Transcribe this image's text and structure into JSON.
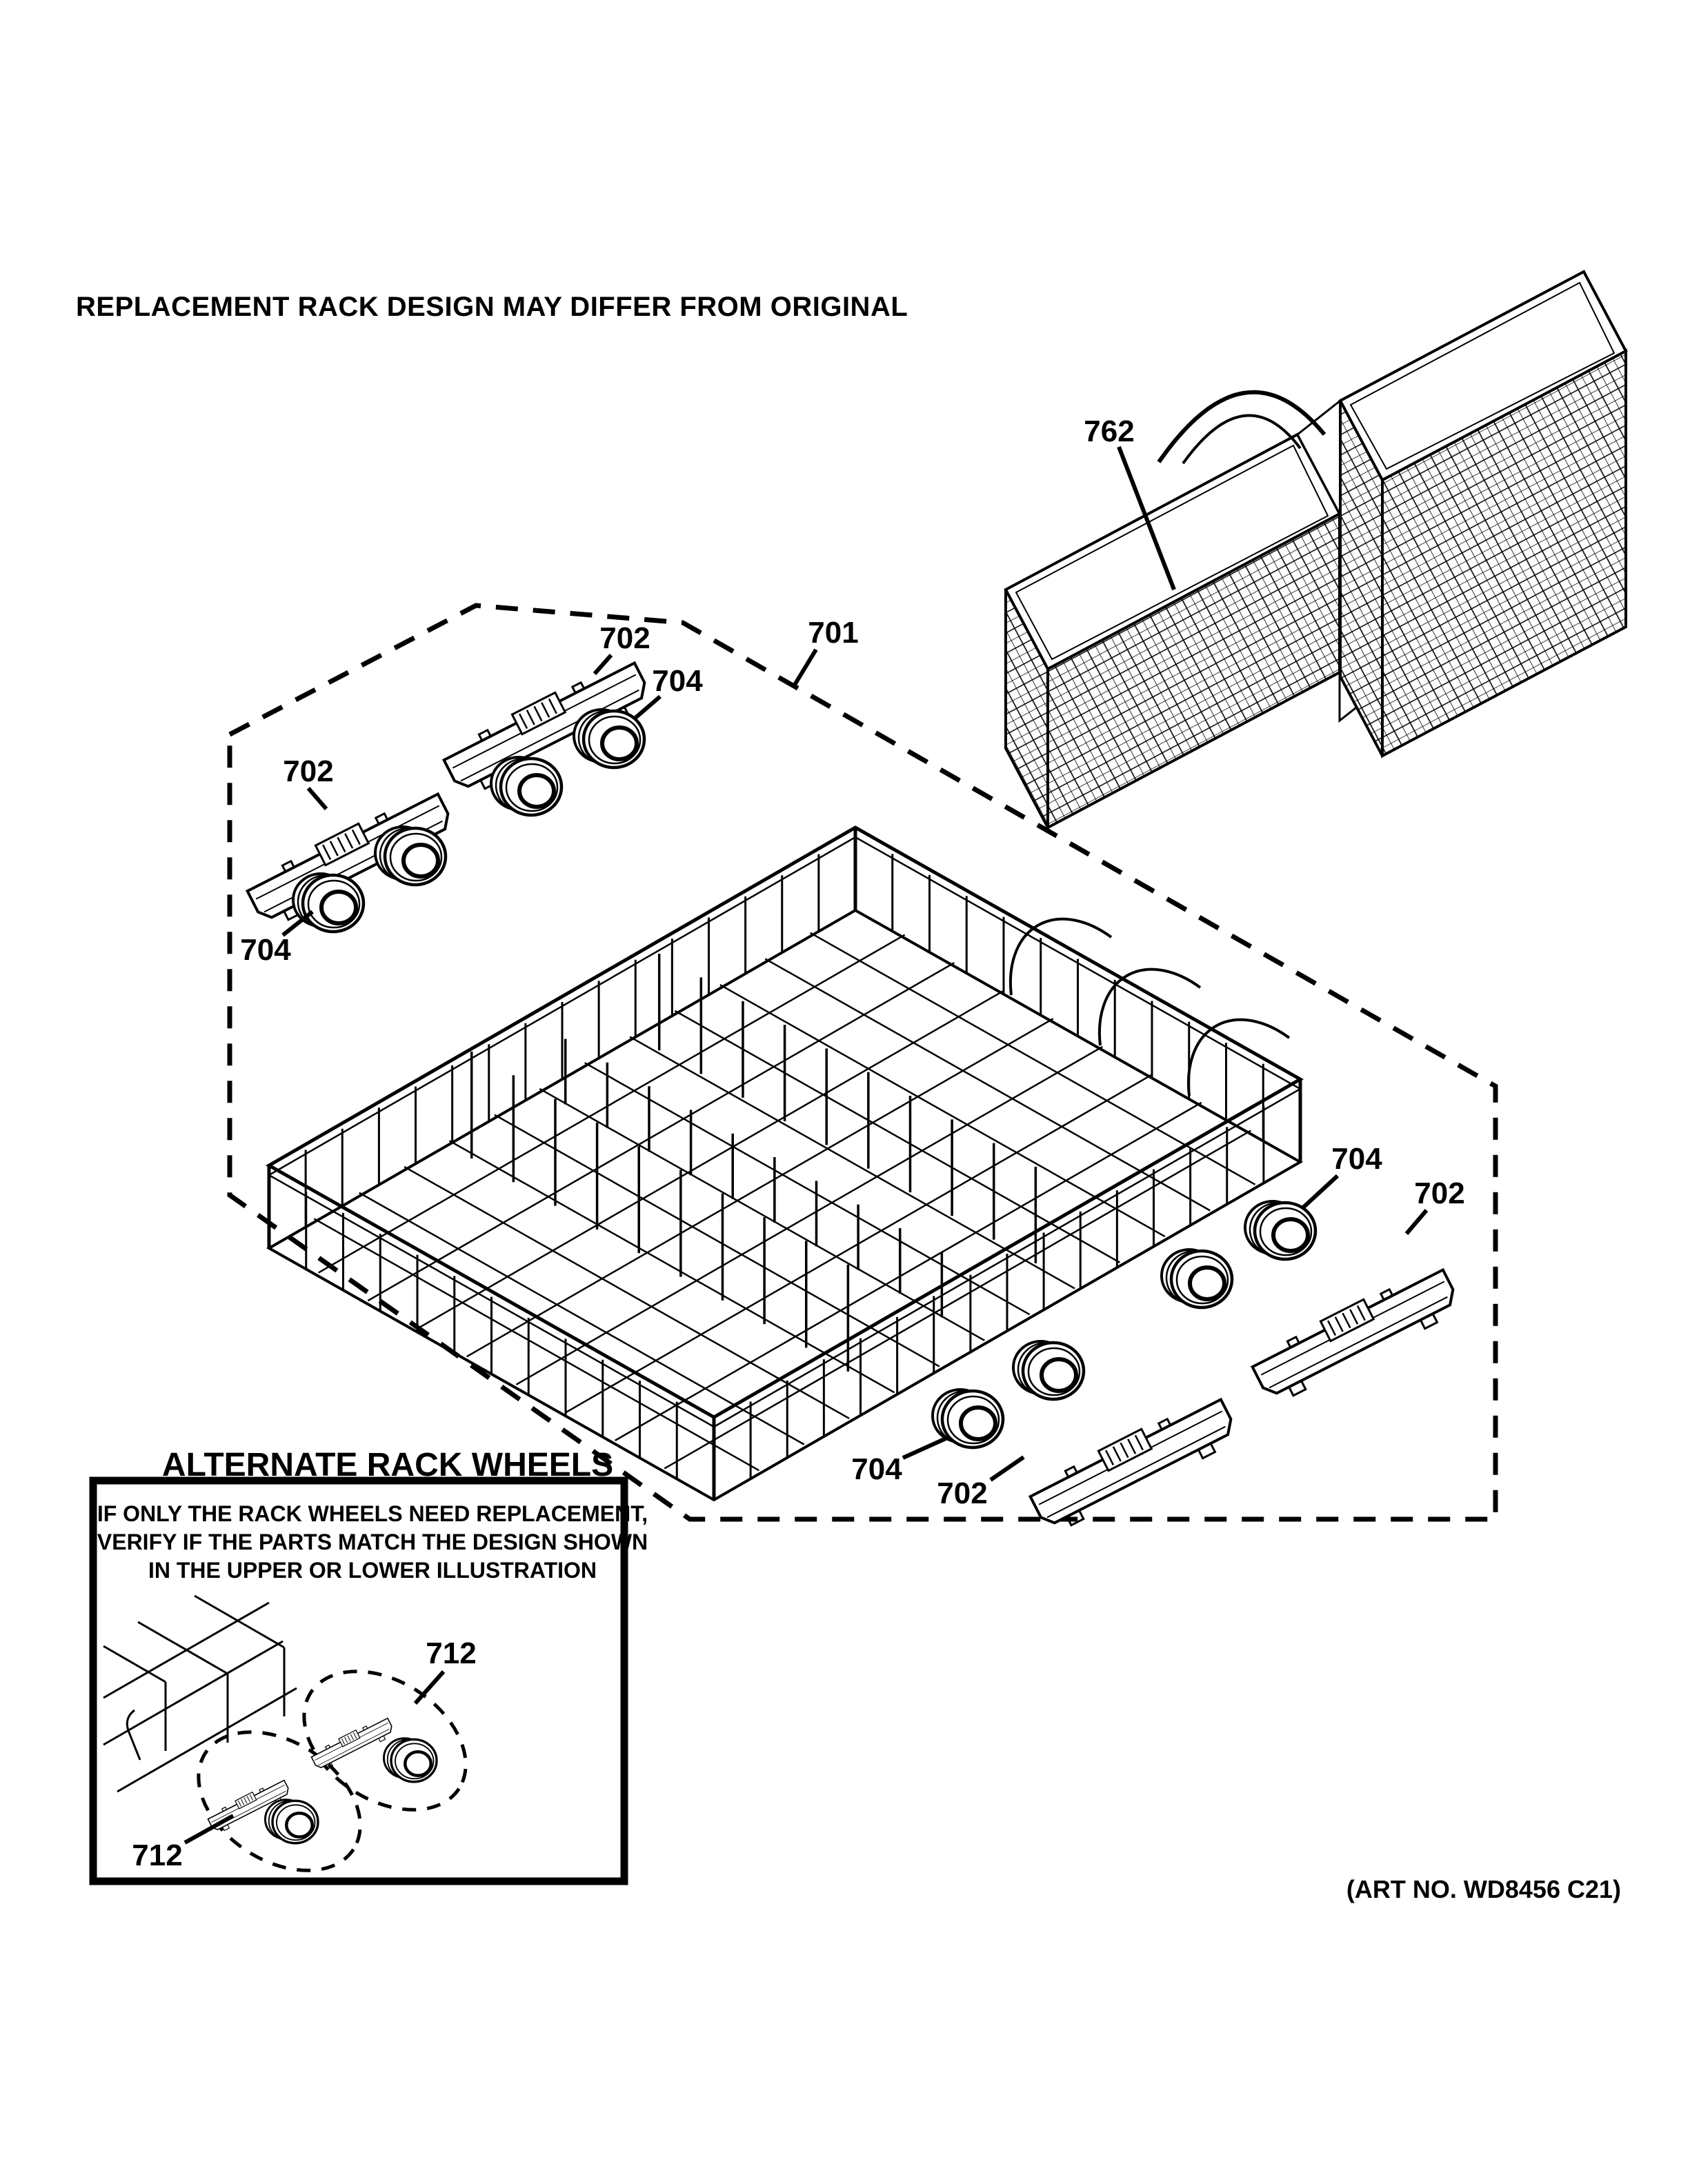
{
  "title": "REPLACEMENT RACK DESIGN MAY DIFFER FROM ORIGINAL",
  "art_no": "(ART NO. WD8456 C21)",
  "parts": {
    "silverware_basket": "762",
    "lower_rack": "701",
    "wheel_bracket": "702",
    "rack_wheel": "704",
    "alternate_rack_wheel": "712"
  },
  "alternate_box": {
    "heading": "ALTERNATE RACK WHEELS",
    "note_line1": "IF ONLY THE RACK WHEELS NEED REPLACEMENT,",
    "note_line2": "VERIFY IF THE PARTS MATCH THE DESIGN SHOWN",
    "note_line3": "IN THE UPPER OR LOWER ILLUSTRATION",
    "label": "712"
  },
  "colors": {
    "ink": "#000000",
    "paper": "#ffffff"
  }
}
